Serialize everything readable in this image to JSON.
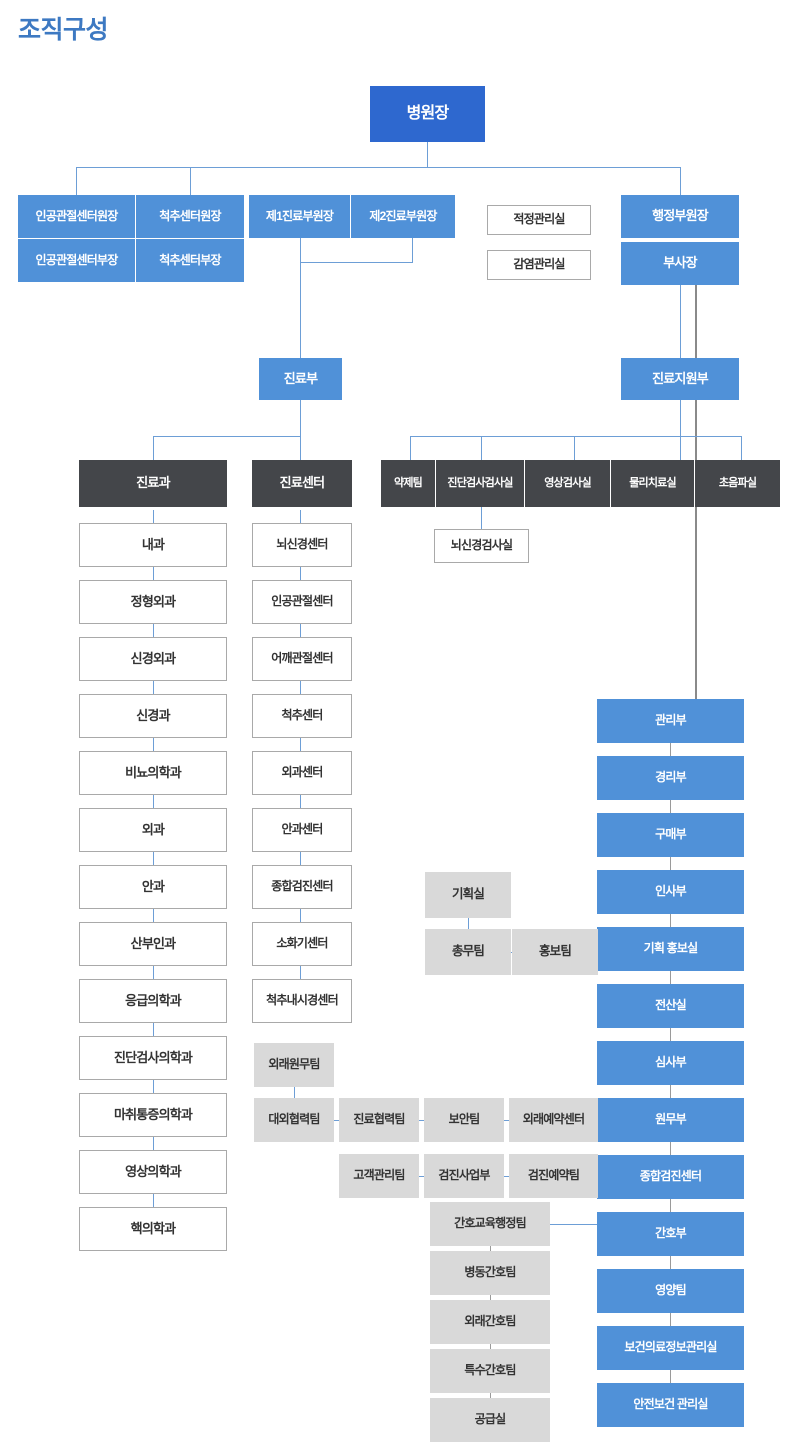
{
  "page": {
    "title": "조직구성",
    "title_color": "#3d79c2"
  },
  "colors": {
    "head_blue": "#2e68cf",
    "blue": "#5091d8",
    "dark": "#44464a",
    "gray": "#d9d9d9",
    "white_border": "#a9a9a9",
    "line_blue": "#6d9ed6",
    "line_gray": "#8a8a8a"
  },
  "top": {
    "director": "병원장",
    "left_group": [
      "인공관절센터원장",
      "척추센터원장",
      "인공관절센터부장",
      "척추센터부장"
    ],
    "vice_medical": [
      "제1진료부원장",
      "제2진료부원장"
    ],
    "staff_offices": [
      "적정관리실",
      "감염관리실"
    ],
    "admin": [
      "행정부원장",
      "부사장"
    ]
  },
  "mid": {
    "medical_dept": "진료부",
    "medical_support_dept": "진료지원부"
  },
  "columns": {
    "clinical_dept_header": "진료과",
    "clinical_center_header": "진료센터",
    "clinical_depts": [
      "내과",
      "정형외과",
      "신경외과",
      "신경과",
      "비뇨의학과",
      "외과",
      "안과",
      "산부인과",
      "응급의학과",
      "진단검사의학과",
      "마취통증의학과",
      "영상의학과",
      "핵의학과"
    ],
    "clinical_centers": [
      "뇌신경센터",
      "인공관절센터",
      "어깨관절센터",
      "척추센터",
      "외과센터",
      "안과센터",
      "종합검진센터",
      "소화기센터",
      "척추내시경센터"
    ]
  },
  "support": {
    "headers": [
      "약제팀",
      "진단검사검사실",
      "영상검사실",
      "물리치료실",
      "초음파실"
    ],
    "sub_of_lab": "뇌신경검사실"
  },
  "admin_column": [
    "관리부",
    "경리부",
    "구매부",
    "인사부",
    "기획 홍보실",
    "전산실",
    "심사부",
    "원무부",
    "종합검진센터",
    "간호부",
    "영양팀",
    "보건의료정보관리실",
    "안전보건 관리실"
  ],
  "teams": {
    "planning": "기획실",
    "general_affairs": "총무팀",
    "pr": "홍보팀",
    "outpatient_admin": "외래원무팀",
    "external_coop": "대외협력팀",
    "medical_coop": "진료협력팀",
    "security": "보안팀",
    "outpatient_reservation": "외래예약센터",
    "customer_mgmt": "고객관리팀",
    "checkup_business": "검진사업부",
    "checkup_reservation": "검진예약팀",
    "nursing": [
      "간호교육행정팀",
      "병동간호팀",
      "외래간호팀",
      "특수간호팀",
      "공급실"
    ]
  }
}
